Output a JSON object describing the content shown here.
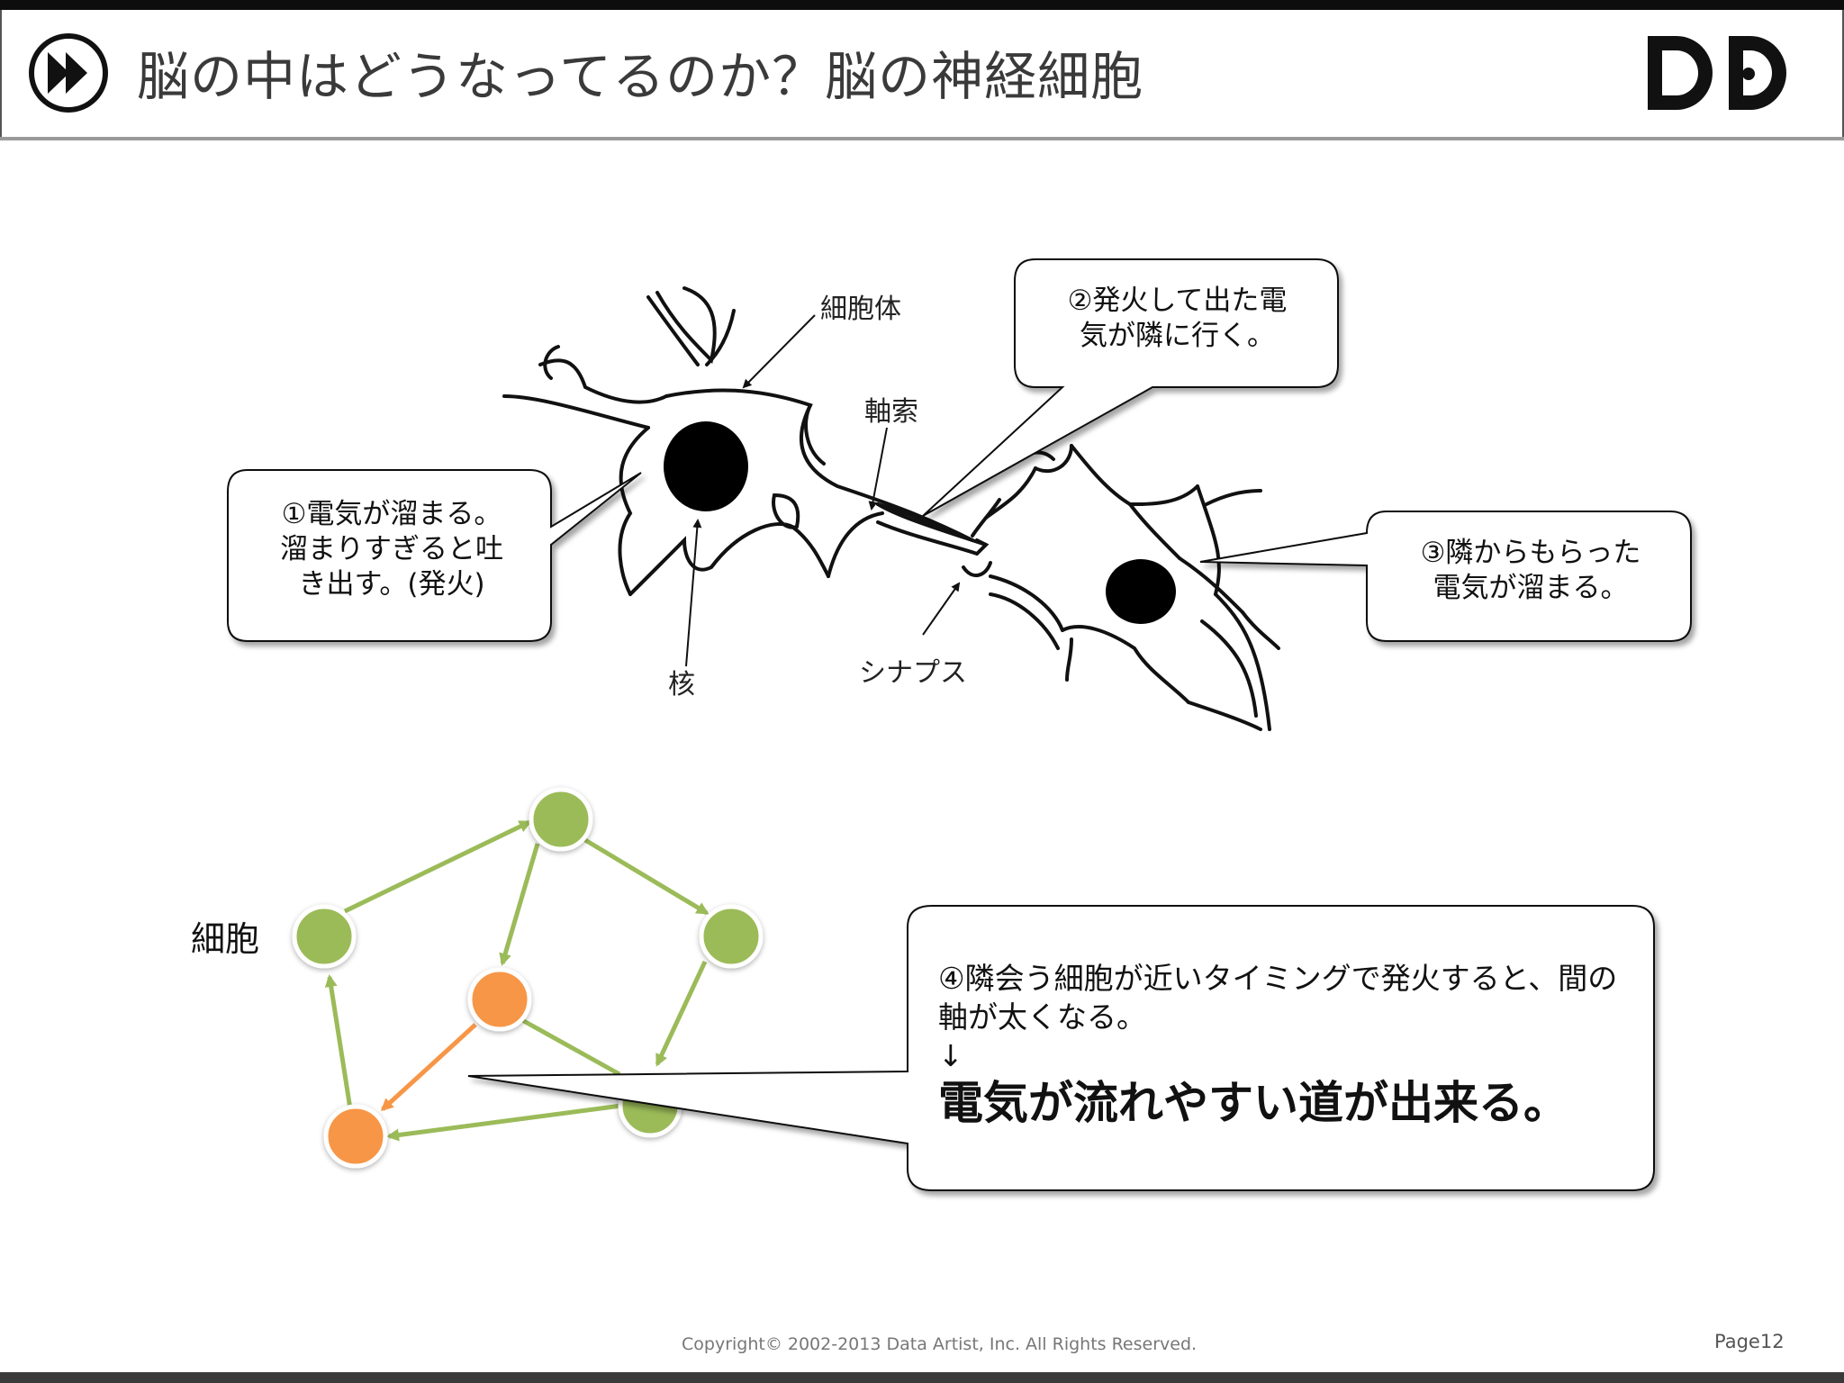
{
  "header": {
    "title": "脳の中はどうなってるのか？脳の神経細胞",
    "logo_text": "DD",
    "play_icon": "play-arrow-icon"
  },
  "neuron_labels": {
    "cell_body": "細胞体",
    "axon": "軸索",
    "nucleus": "核",
    "synapse": "シナプス"
  },
  "callouts": {
    "c1": [
      "①電気が溜まる。",
      "溜まりすぎると吐",
      "き出す。(発火)"
    ],
    "c2": [
      "②発火して出た電",
      "気が隣に行く。"
    ],
    "c3": [
      "③隣からもらった",
      "電気が溜まる。"
    ],
    "c4_text": "④隣会う細胞が近いタイミングで発火すると、間の軸が太くなる。",
    "c4_arrow": "↓",
    "c4_strong": "電気が流れやすい道が出来る。"
  },
  "network": {
    "cell_label": "細胞",
    "colors": {
      "green": "#9bbb59",
      "orange": "#f79646",
      "edge_green": "#9bbb59",
      "edge_orange": "#f79646"
    }
  },
  "footer": {
    "copyright": "Copyright© 2002-2013 Data Artist, Inc.   All Rights Reserved.",
    "page": "Page12"
  }
}
